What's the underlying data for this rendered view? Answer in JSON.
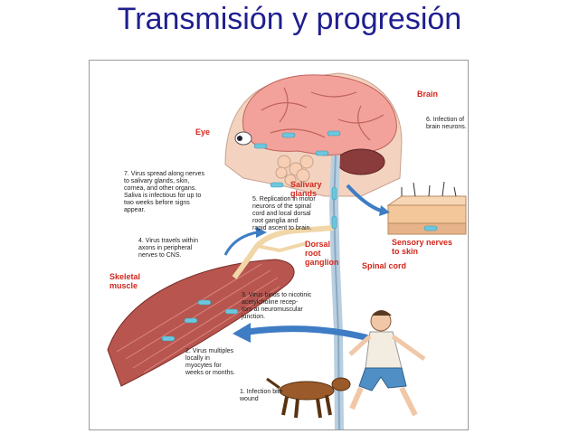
{
  "title": "Transmisión y progresión",
  "labels": {
    "brain": "Brain",
    "eye": "Eye",
    "salivary": "Salivary\nglands",
    "dorsal": "Dorsal\nroot\nganglion",
    "spinal": "Spinal cord",
    "sensory": "Sensory nerves\nto skin",
    "skeletal": "Skeletal\nmuscle"
  },
  "steps": [
    "1. Infection bite\n    wound",
    "2. Virus multiples\n    locally in\n    myocytes for\n    weeks or months.",
    "3. Virus binds to nicotinic\n    acetylcholine recep-\n    tors at neuromuscular\n    junction.",
    "4. Virus travels within\n    axons in peripheral\n    nerves to CNS.",
    "5. Replication in motor\n    neurons of the spinal\n    cord and local dorsal\n    root ganglia and\n    rapid ascent to brain.",
    "6. Infection of\n    brain neurons.",
    "7. Virus spread along nerves\n    to  salivary glands, skin,\n    cornea, and other organs.\n    Saliva is infectious for up to\n    two weeks before signs\n    appear."
  ]
}
